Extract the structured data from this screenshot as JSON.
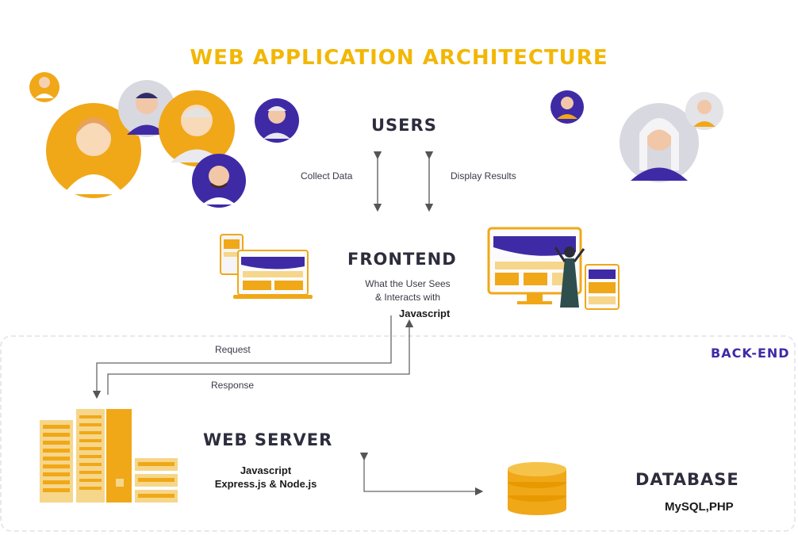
{
  "title": "WEB APPLICATION ARCHITECTURE",
  "users": {
    "title": "USERS",
    "collect_label": "Collect Data",
    "display_label": "Display Results"
  },
  "frontend": {
    "title": "FRONTEND",
    "desc_line1": "What the User Sees",
    "desc_line2": "& Interacts with",
    "tech": "Javascript"
  },
  "backend": {
    "label": "BACK-END",
    "request_label": "Request",
    "response_label": "Response"
  },
  "webserver": {
    "title": "WEB SERVER",
    "tech_line1": "Javascript",
    "tech_line2": "Express.js & Node.js"
  },
  "database": {
    "title": "DATABASE",
    "tech": "MySQL,PHP"
  },
  "colors": {
    "accent_yellow": "#f2b705",
    "accent_orange": "#f0a818",
    "accent_purple": "#3f2aa6",
    "text_dark": "#2d2d3d"
  },
  "icons": [
    "user-avatar-icon",
    "laptop-icon",
    "desktop-monitor-icon",
    "server-rack-icon",
    "database-icon"
  ]
}
